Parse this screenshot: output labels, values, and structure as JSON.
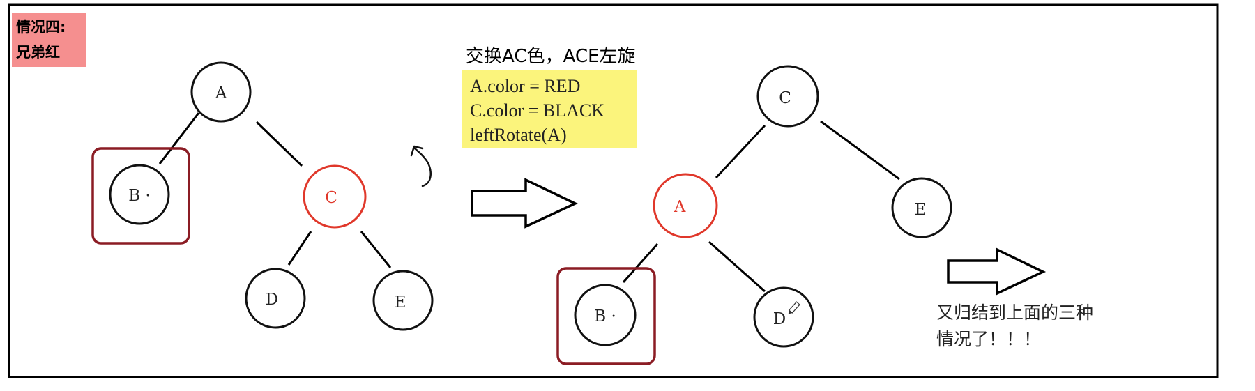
{
  "case_label": {
    "line1": "情况四:",
    "line2": "兄弟红"
  },
  "operation": {
    "title": "交换AC色，ACE左旋",
    "code": [
      "A.color = RED",
      "C.color = BLACK",
      "leftRotate(A)"
    ]
  },
  "conclusion": {
    "line1": "又归结到上面的三种",
    "line2": "情况了！！！"
  },
  "colors": {
    "red_node": "#e0382b",
    "black_node": "#111111",
    "highlight_box": "#8b1c24",
    "label_bg": "#f58f8f",
    "code_bg": "#fbf47c"
  },
  "trees": {
    "before": {
      "nodes": [
        {
          "id": "A",
          "label": "A",
          "color": "black"
        },
        {
          "id": "B",
          "label": "B ·",
          "color": "black",
          "highlighted": true
        },
        {
          "id": "C",
          "label": "C",
          "color": "red"
        },
        {
          "id": "D",
          "label": "D",
          "color": "black"
        },
        {
          "id": "E",
          "label": "E",
          "color": "black"
        }
      ],
      "edges": [
        [
          "A",
          "B"
        ],
        [
          "A",
          "C"
        ],
        [
          "C",
          "D"
        ],
        [
          "C",
          "E"
        ]
      ]
    },
    "after": {
      "nodes": [
        {
          "id": "C",
          "label": "C",
          "color": "black"
        },
        {
          "id": "A",
          "label": "A",
          "color": "red"
        },
        {
          "id": "E",
          "label": "E",
          "color": "black"
        },
        {
          "id": "B",
          "label": "B ·",
          "color": "black",
          "highlighted": true
        },
        {
          "id": "D",
          "label": "D",
          "color": "black"
        }
      ],
      "edges": [
        [
          "C",
          "A"
        ],
        [
          "C",
          "E"
        ],
        [
          "A",
          "B"
        ],
        [
          "A",
          "D"
        ]
      ]
    }
  },
  "icons": {
    "rotation": "rotate-left-icon",
    "transition": "right-arrow-icon",
    "next": "right-arrow-icon",
    "pencil": "pencil-icon"
  }
}
